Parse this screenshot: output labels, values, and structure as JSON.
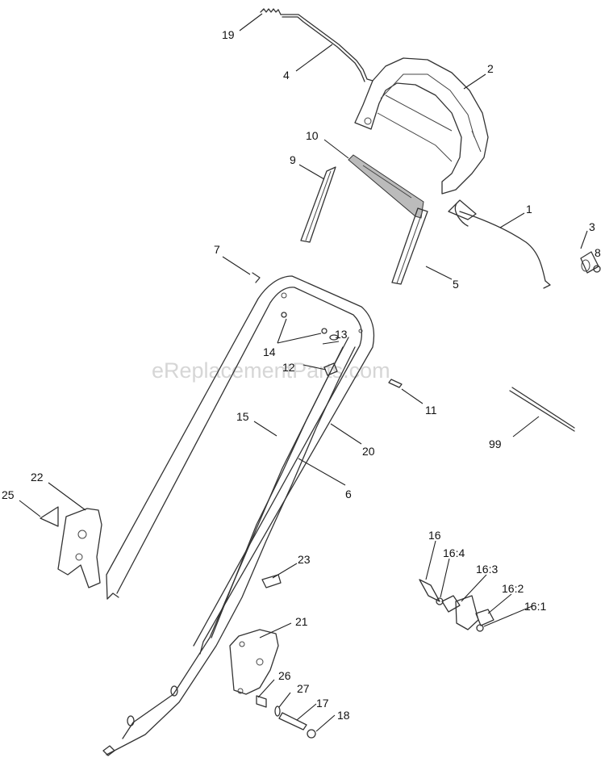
{
  "watermark": "eReplacementParts.com",
  "callouts": [
    "19",
    "4",
    "2",
    "10",
    "9",
    "1",
    "3",
    "8",
    "7",
    "5",
    "13",
    "14",
    "12",
    "11",
    "15",
    "20",
    "99",
    "6",
    "22",
    "25",
    "16",
    "16:4",
    "16:3",
    "16:2",
    "16:1",
    "23",
    "21",
    "26",
    "27",
    "17",
    "18"
  ]
}
